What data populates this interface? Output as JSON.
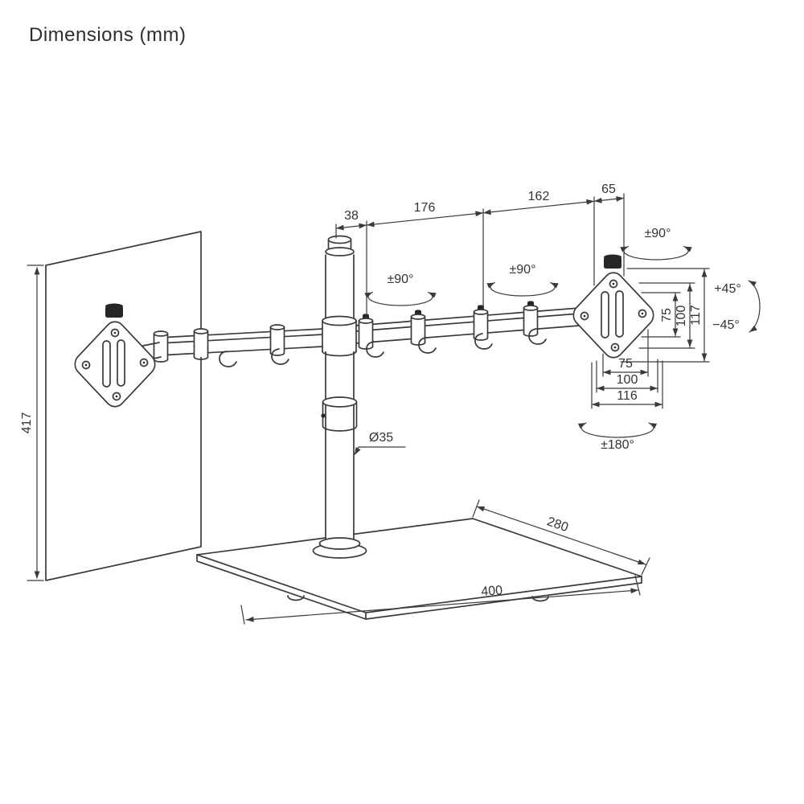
{
  "page": {
    "title": "Dimensions (mm)"
  },
  "labels": {
    "arm_offset": "38",
    "arm_segment_1": "176",
    "arm_segment_2": "162",
    "head_offset": "65",
    "swivel_left": "±90°",
    "swivel_middle": "±90°",
    "swivel_right": "±90°",
    "rotation": "±180°",
    "tilt_up": "+45°",
    "tilt_down": "−45°",
    "vesa_vertical_75": "75",
    "vesa_vertical_100": "100",
    "plate_height": "117",
    "vesa_horizontal_75": "75",
    "vesa_horizontal_100": "100",
    "plate_width": "116",
    "pole_diameter": "Ø35",
    "stand_height": "417",
    "base_width": "400",
    "base_depth": "280"
  },
  "style": {
    "line_color": "#3a3a3a",
    "text_color": "#333333",
    "knob_color": "#262626"
  }
}
